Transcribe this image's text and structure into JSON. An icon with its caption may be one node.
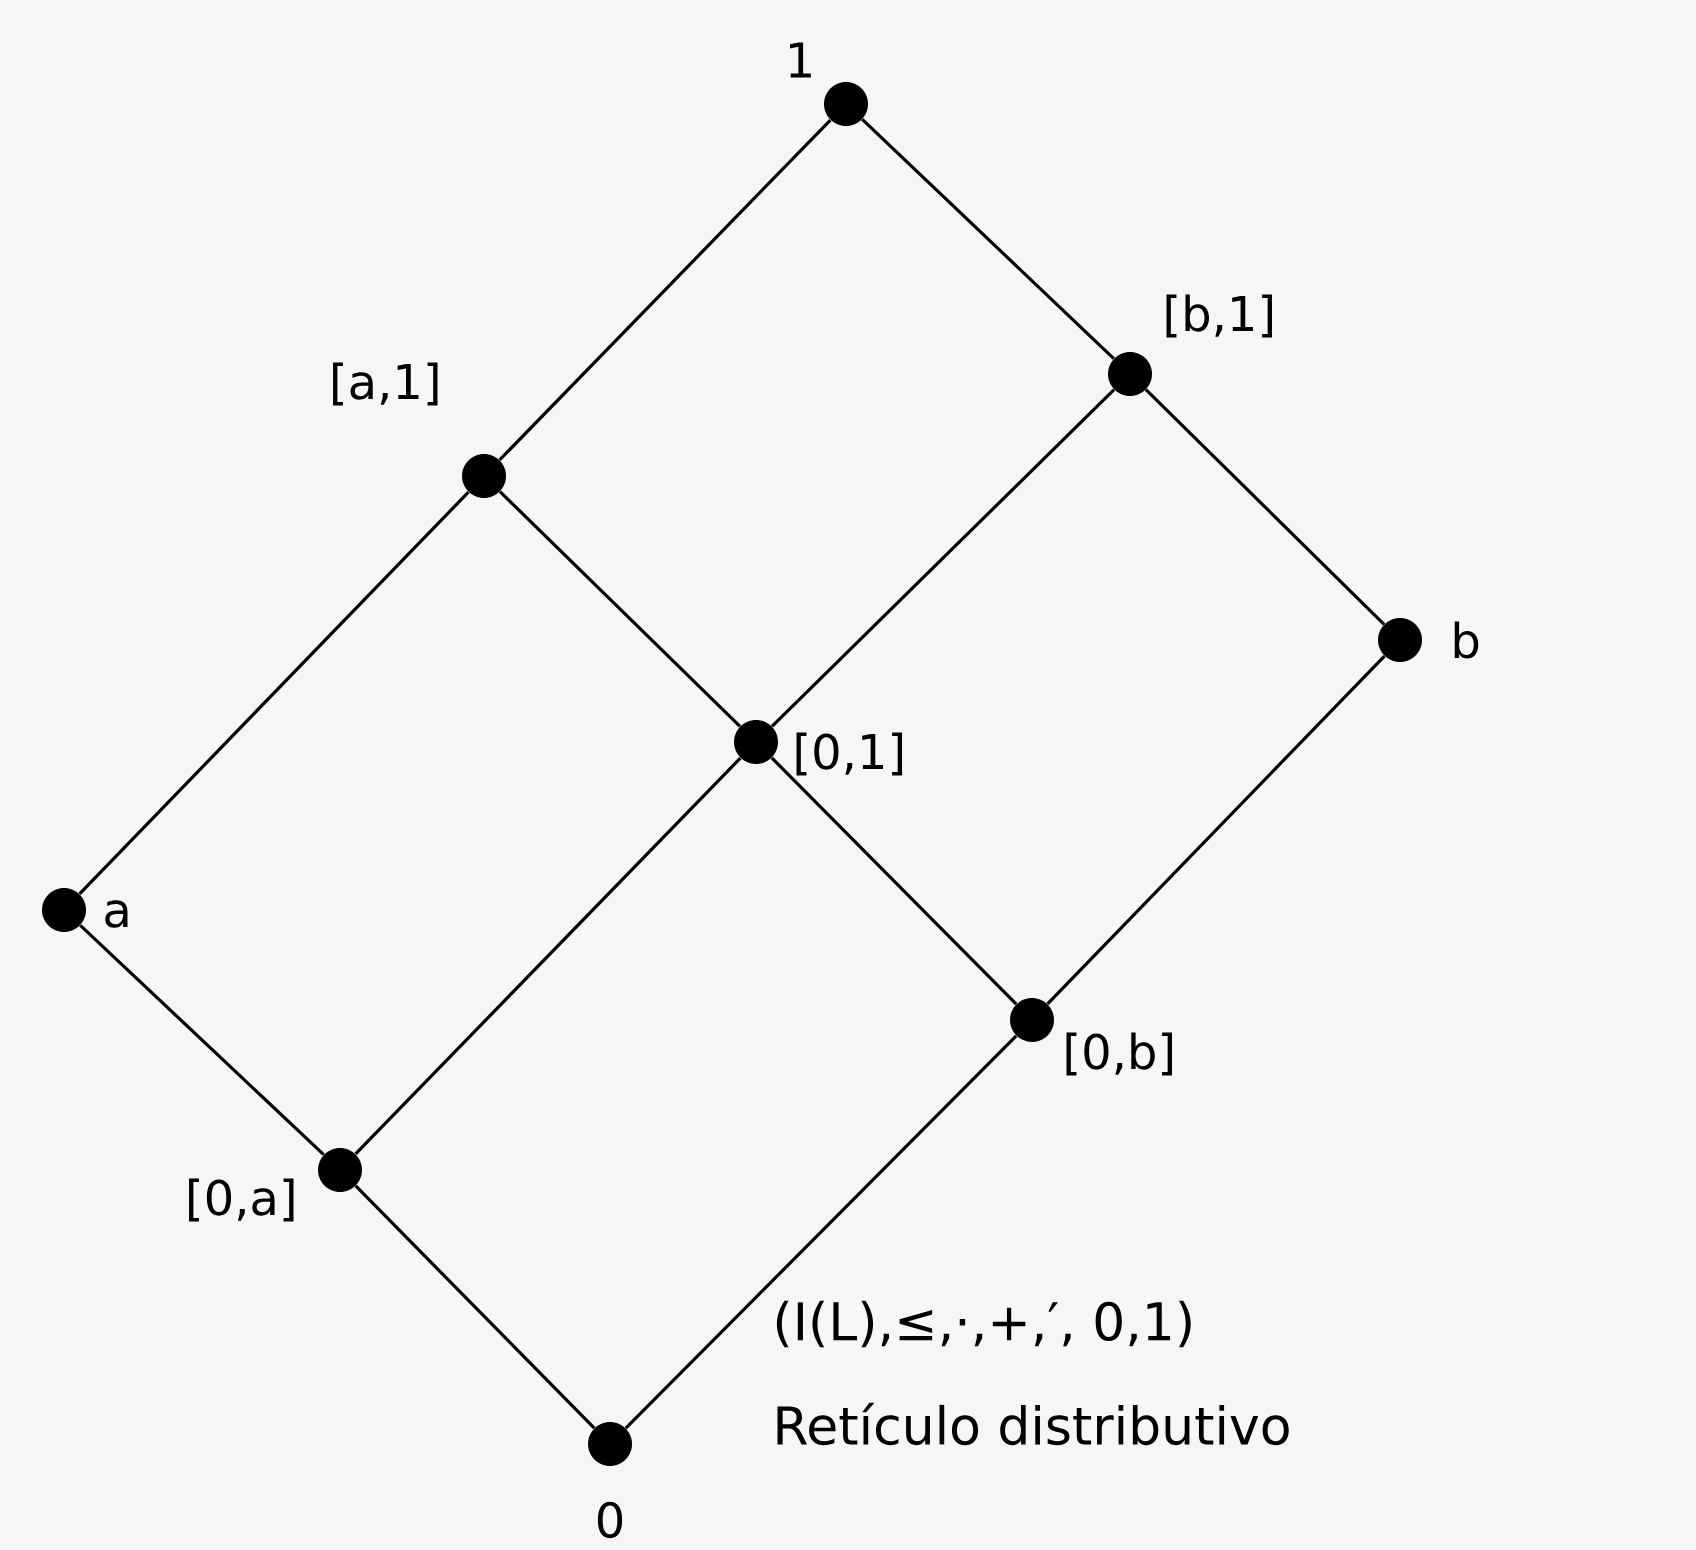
{
  "diagram": {
    "nodes": [
      {
        "text": [],
        "shape": "circle",
        "beside": [
          "1"
        ]
      },
      {
        "text": [],
        "shape": "circle",
        "beside": [
          "[b,1]"
        ]
      },
      {
        "text": [],
        "shape": "circle",
        "beside": [
          "[a,1]"
        ]
      },
      {
        "text": [],
        "shape": "circle",
        "beside": [
          "b"
        ]
      },
      {
        "text": [],
        "shape": "circle",
        "beside": [
          "[0,1]"
        ]
      },
      {
        "text": [],
        "shape": "circle",
        "beside": [
          "a"
        ]
      },
      {
        "text": [],
        "shape": "circle",
        "beside": [
          "[0,b]"
        ]
      },
      {
        "text": [],
        "shape": "circle",
        "beside": [
          "[0,a]"
        ]
      },
      {
        "text": [],
        "shape": "circle",
        "beside": [
          "0"
        ]
      }
    ],
    "edges": [
      {
        "from": 0,
        "to": 2,
        "arrow": "none"
      },
      {
        "from": 0,
        "to": 1,
        "arrow": "none"
      },
      {
        "from": 2,
        "to": 5,
        "arrow": "none"
      },
      {
        "from": 2,
        "to": 4,
        "arrow": "none"
      },
      {
        "from": 1,
        "to": 3,
        "arrow": "none"
      },
      {
        "from": 1,
        "to": 4,
        "arrow": "none"
      },
      {
        "from": 5,
        "to": 7,
        "arrow": "none"
      },
      {
        "from": 4,
        "to": 7,
        "arrow": "none"
      },
      {
        "from": 4,
        "to": 6,
        "arrow": "none"
      },
      {
        "from": 3,
        "to": 6,
        "arrow": "none"
      },
      {
        "from": 7,
        "to": 8,
        "arrow": "none"
      },
      {
        "from": 6,
        "to": 8,
        "arrow": "none"
      }
    ],
    "labels": [
      "(I(L),≤,·,+,′, 0,1)",
      "Retículo distributivo"
    ]
  }
}
